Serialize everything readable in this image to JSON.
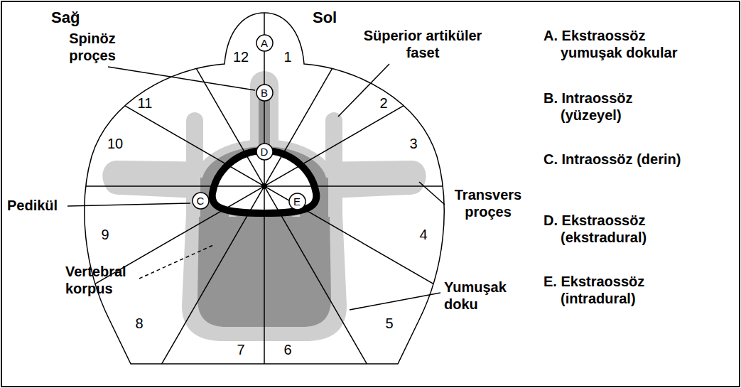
{
  "diagram": {
    "nodes": [
      {
        "text": [
          "A"
        ]
      },
      {
        "text": [
          "B"
        ]
      },
      {
        "text": [
          "C"
        ]
      },
      {
        "text": [
          "D"
        ]
      },
      {
        "text": [
          "E"
        ]
      }
    ],
    "labels": [
      "Sağ",
      "Sol",
      "Spinöz proçes",
      "Süperior artiküler faset",
      "Transvers proçes",
      "Pedikül",
      "Vertebral korpus",
      "Yumuşak doku",
      "1",
      "2",
      "3",
      "4",
      "5",
      "6",
      "7",
      "8",
      "9",
      "10",
      "11",
      "12",
      "A. Ekstraossöz yumuşak dokular",
      "B. Intraossöz (yüzeyel)",
      "C. Intraossöz (derin)",
      "D. Ekstraossöz (ekstradural)",
      "E. Ekstraossöz (intradural)"
    ]
  }
}
